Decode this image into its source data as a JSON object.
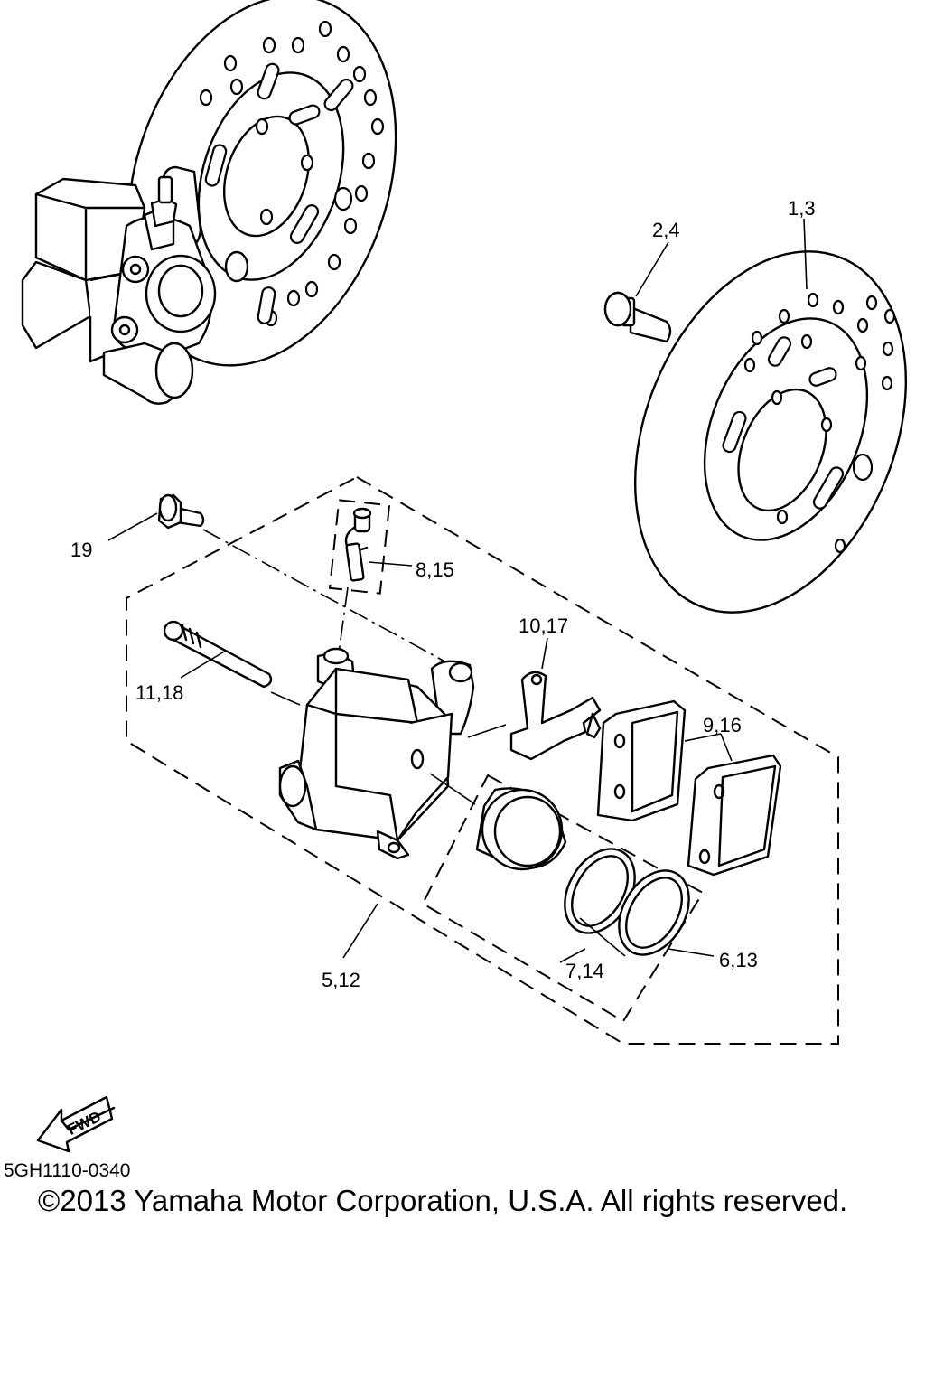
{
  "callouts": {
    "disc": "1,3",
    "disc_bolt": "2,4",
    "caliper": "5,12",
    "piston_seal": "6,13",
    "dust_seal": "7,14",
    "bleed_screw": "8,15",
    "pad_spring": "9,16",
    "pad_support": "10,17",
    "pad_pin": "11,18",
    "bolt": "19"
  },
  "fwd_label": "FWD",
  "drawing_code": "5GH1110-0340",
  "copyright": "©2013 Yamaha Motor Corporation, U.S.A. All rights reserved."
}
